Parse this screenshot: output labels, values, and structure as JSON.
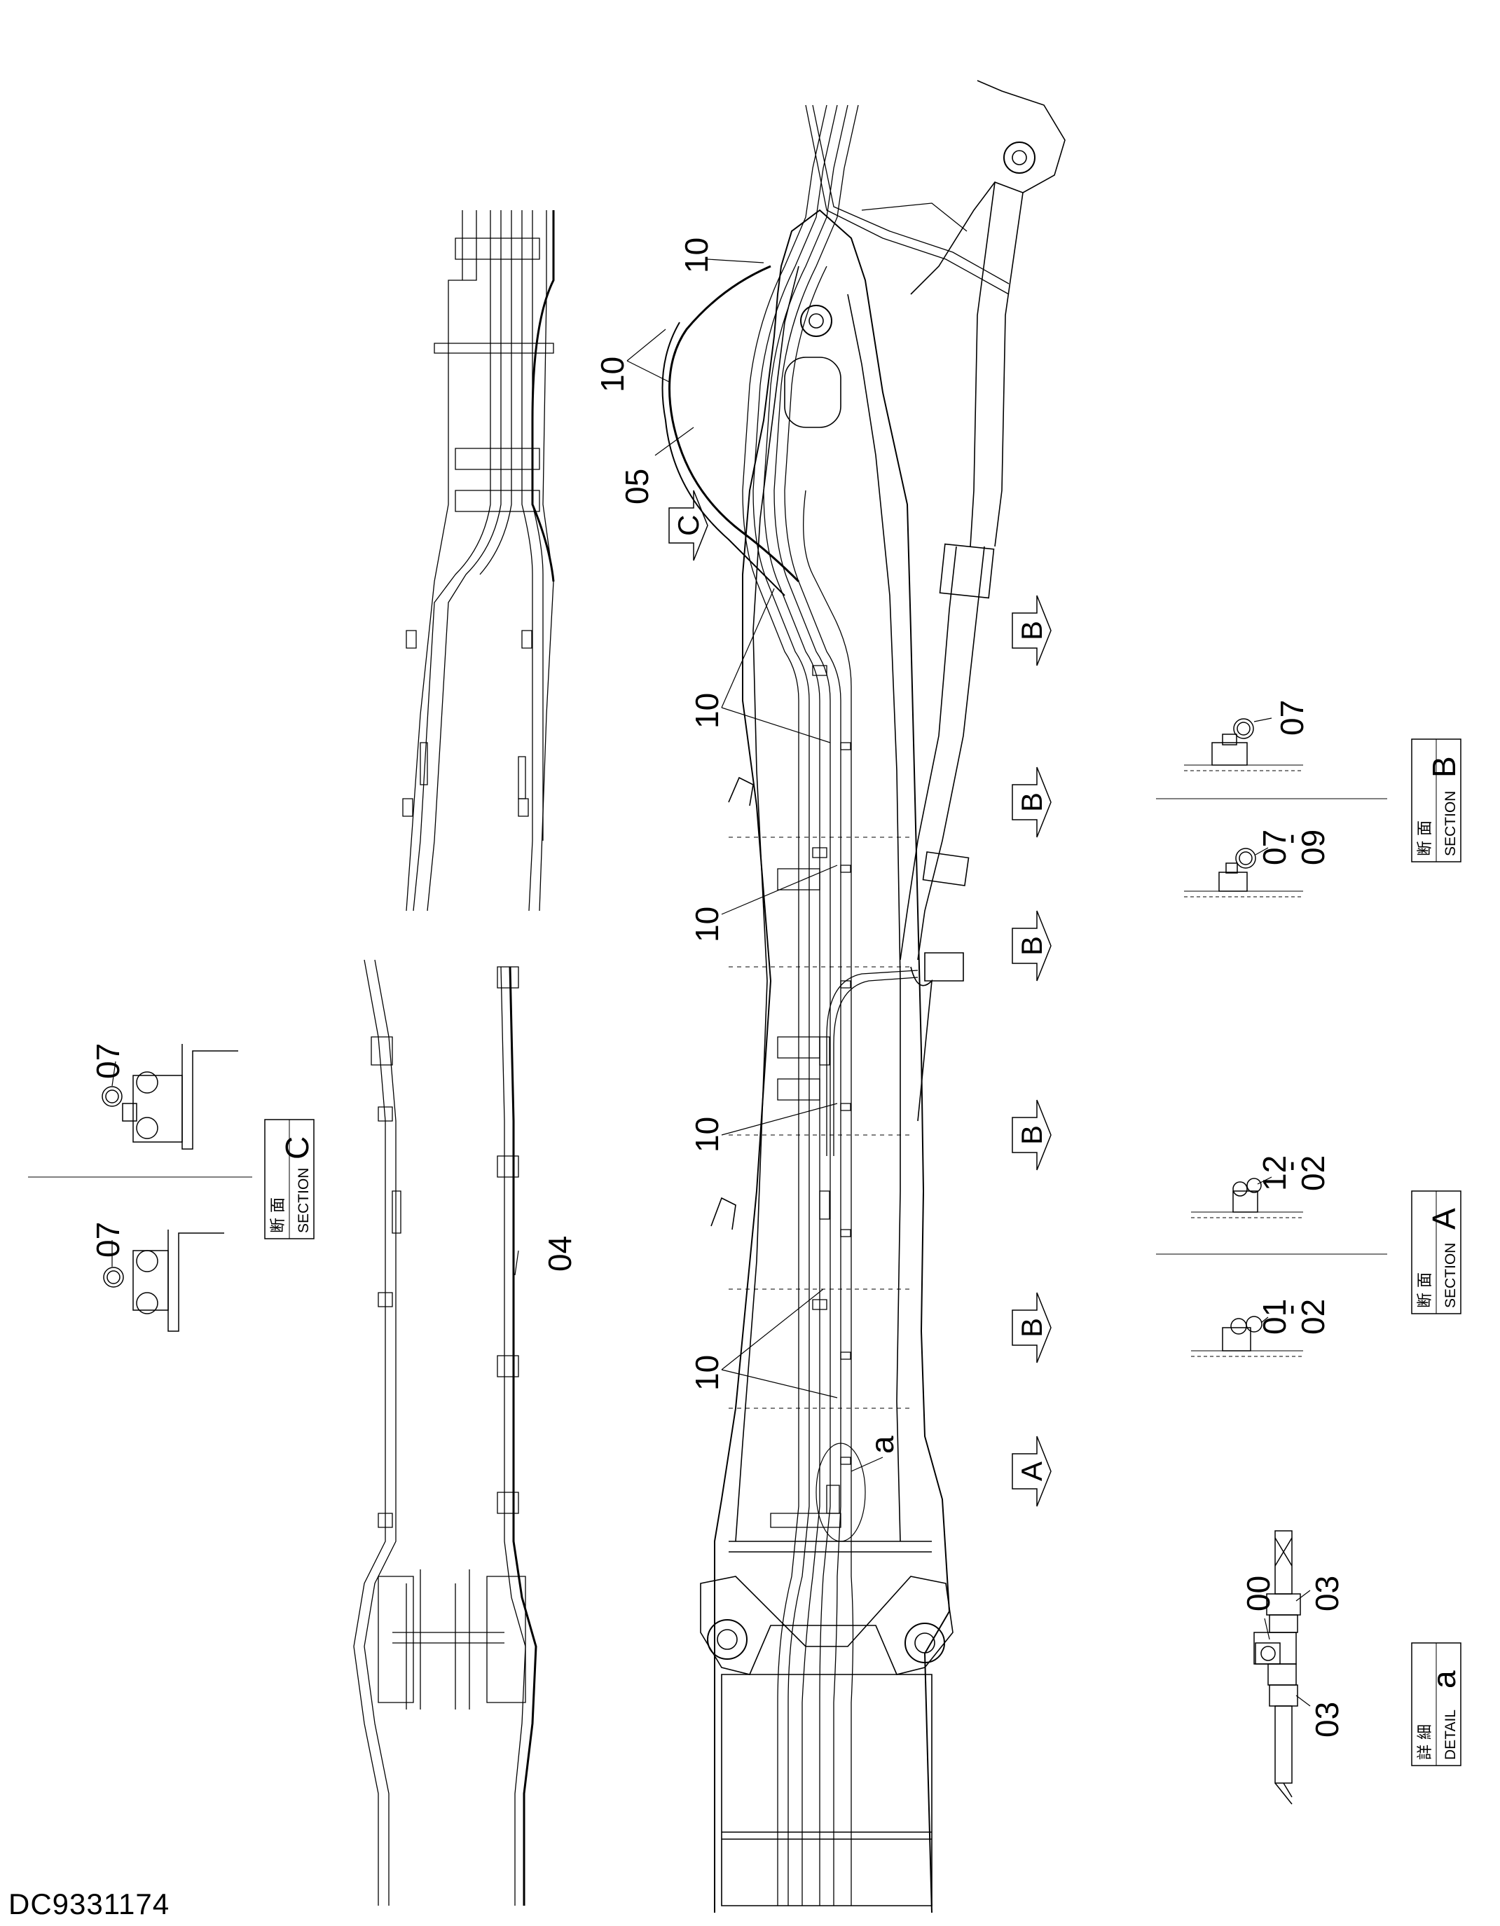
{
  "document_id": "DC9331174",
  "leaders": {
    "l10_top": "10",
    "l10_pair_upper": "10",
    "l05": "05",
    "l10_mid1": "10",
    "l10_mid2": "10",
    "l10_mid3": "10",
    "l10_lower": "10",
    "la": "a",
    "l04": "04"
  },
  "view_arrows": {
    "c": "C",
    "b1": "B",
    "b2": "B",
    "b3": "B",
    "b4": "B",
    "b5": "B",
    "a": "A"
  },
  "section_c": {
    "kanji": "断 面",
    "section_word": "SECTION",
    "letter": "C",
    "part_upper": "07",
    "part_lower": "07"
  },
  "section_b": {
    "kanji": "断 面",
    "section_word": "SECTION",
    "letter": "B",
    "part_upper": "07",
    "part_lower_a": "07",
    "part_lower_dash": "-",
    "part_lower_b": "09"
  },
  "section_a": {
    "kanji": "断 面",
    "section_word": "SECTION",
    "letter": "A",
    "part_upper_a": "12",
    "part_upper_dash": "-",
    "part_upper_b": "02",
    "part_lower_a": "01",
    "part_lower_dash": "-",
    "part_lower_b": "02"
  },
  "detail_a": {
    "kanji": "詳 細",
    "detail_word": "DETAIL",
    "letter": "a",
    "part_00": "00",
    "part_03_upper": "03",
    "part_03_lower": "03"
  }
}
